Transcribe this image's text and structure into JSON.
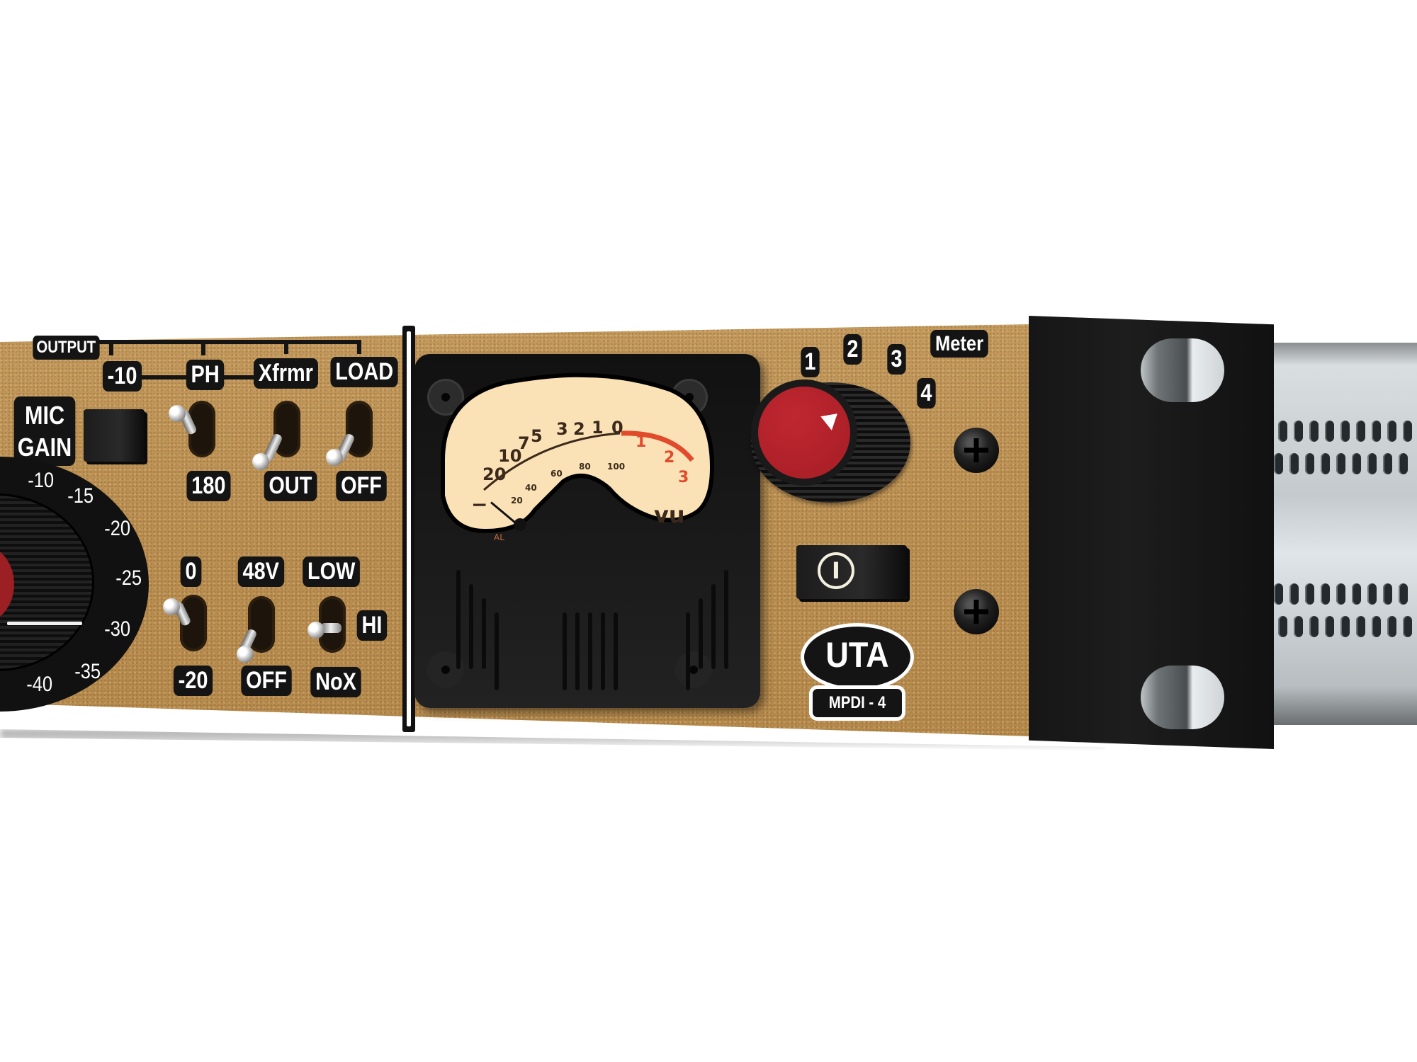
{
  "device": {
    "brand": "UTA",
    "model": "MPDI - 4",
    "panel_color": "#bd9255",
    "accent_red": "#b8242c"
  },
  "output_section": {
    "header": "OUTPUT",
    "switches_top": [
      {
        "label": "-10",
        "bottom_label": "",
        "control": "push-button"
      },
      {
        "label": "PH",
        "bottom_label": "180",
        "position": "up"
      },
      {
        "label": "Xfrmr",
        "bottom_label": "OUT",
        "position": "down"
      },
      {
        "label": "LOAD",
        "bottom_label": "OFF",
        "position": "down"
      }
    ],
    "switches_bottom": [
      {
        "label": "0",
        "bottom_label": "-20",
        "position": "up"
      },
      {
        "label": "48V",
        "bottom_label": "OFF",
        "position": "down"
      },
      {
        "label": "LOW",
        "side_label": "HI",
        "bottom_label": "NoX",
        "position": "middle"
      }
    ]
  },
  "mic_gain": {
    "label_line1": "MIC",
    "label_line2": "GAIN",
    "scale": [
      "-10",
      "-15",
      "-20",
      "-25",
      "-30",
      "-35",
      "-40"
    ]
  },
  "vu_meter": {
    "db_scale_black": [
      "20",
      "10",
      "7",
      "5",
      "3",
      "2",
      "1",
      "0"
    ],
    "db_scale_red": [
      "1",
      "2",
      "3"
    ],
    "percent_scale": [
      "20",
      "40",
      "60",
      "80",
      "100"
    ],
    "unit": "vu",
    "minus_sign": "−",
    "maker_mark": "AL"
  },
  "meter_selector": {
    "title": "Meter",
    "positions": [
      "1",
      "2",
      "3",
      "4"
    ]
  },
  "power": {
    "symbol": "I"
  }
}
